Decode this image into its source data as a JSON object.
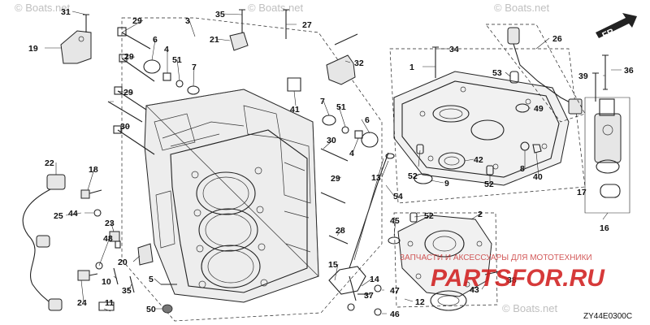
{
  "watermarks": [
    "© Boats.net",
    "© Boats.net",
    "© Boats.net",
    "© Boats.net"
  ],
  "direction_label": "FR.",
  "diagram_code": "ZY44E0300C",
  "logo": {
    "text": "PARTSFOR.RU",
    "tagline": "ЗАПЧАСТИ И АКСЕССУАРЫ ДЛЯ МОТОТЕХНИКИ"
  },
  "callouts": [
    "31",
    "19",
    "29",
    "3",
    "6",
    "4",
    "51",
    "7",
    "29",
    "29",
    "35",
    "21",
    "27",
    "32",
    "1",
    "34",
    "26",
    "53",
    "39",
    "36",
    "49",
    "41",
    "7",
    "51",
    "6",
    "30",
    "30",
    "4",
    "22",
    "18",
    "29",
    "13",
    "54",
    "42",
    "52",
    "8",
    "40",
    "9",
    "52",
    "17",
    "16",
    "25",
    "44",
    "23",
    "48",
    "45",
    "52",
    "2",
    "28",
    "20",
    "15",
    "14",
    "10",
    "5",
    "50",
    "11",
    "24",
    "35",
    "12",
    "37",
    "47",
    "46",
    "43",
    "38"
  ],
  "colors": {
    "logo": "#d01818",
    "line": "#222222",
    "watermark": "#bfbfbf"
  }
}
